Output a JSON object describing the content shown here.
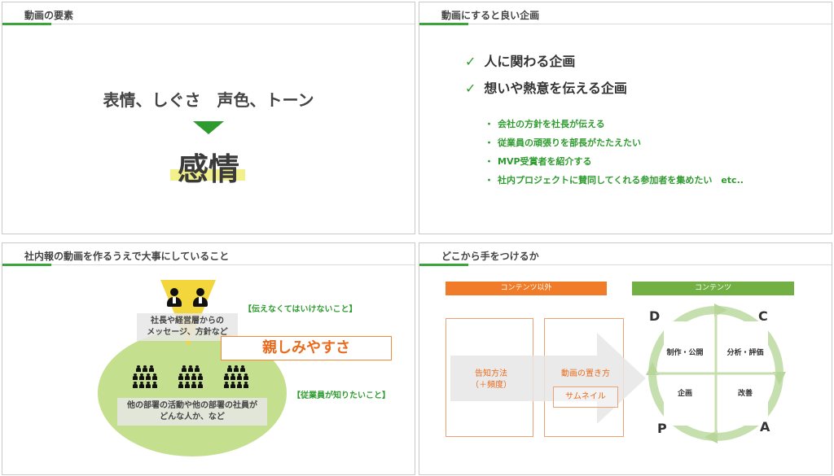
{
  "slides": {
    "s1": {
      "title": "動画の要素",
      "line1": "表情、しぐさ　声色、トーン",
      "main": "感情"
    },
    "s2": {
      "title": "動画にすると良い企画",
      "checks": [
        "人に関わる企画",
        "想いや熱意を伝える企画"
      ],
      "check_mark": "✓",
      "bullet_mark": "・",
      "bullets": [
        "会社の方針を社長が伝える",
        "従業員の頑張りを部長がたたえたい",
        "MVP受賞者を紹介する",
        "社内プロジェクトに賛同してくれる参加者を集めたい　etc.."
      ]
    },
    "s3": {
      "title": "社内報の動画を作るうえで大事にしていること",
      "box_top": "社長や経営層からの\nメッセージ、方針など",
      "label_must": "【伝えなくてはいけないこと】",
      "big": "親しみやすさ",
      "label_want": "【従業員が知りたいこと】",
      "box_bottom": "他の部署の活動や他の部署の社員が\nどんな人か、など"
    },
    "s4": {
      "title": "どこから手をつけるか",
      "header_other": "コンテンツ以外",
      "header_content": "コンテンツ",
      "notice": "告知方法\n（＋頻度）",
      "placement": "動画の置き方",
      "thumbnail": "サムネイル",
      "cycle": {
        "d": "D",
        "c": "C",
        "p": "P",
        "a": "A",
        "do_label": "制作・公開",
        "check_label": "分析・評価",
        "plan_label": "企画",
        "act_label": "改善"
      }
    }
  },
  "colors": {
    "green": "#2e9b2e",
    "orange": "#f07c2a",
    "light_green": "#c4e08f",
    "yellow": "#f3d63c"
  }
}
